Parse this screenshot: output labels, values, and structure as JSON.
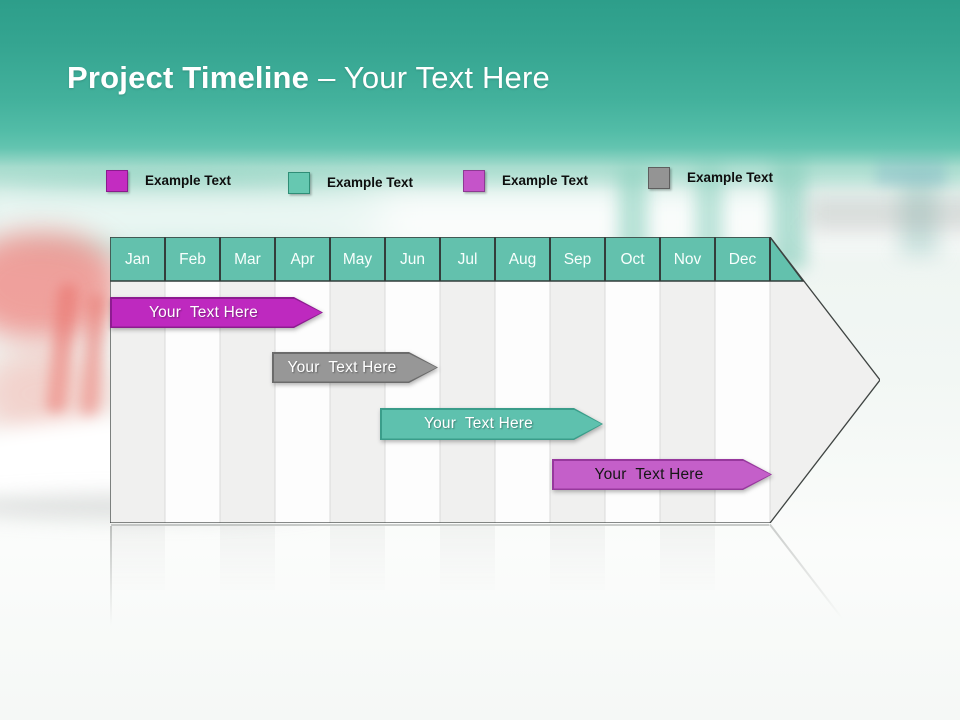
{
  "slide": {
    "title": {
      "main": "Project Timeline",
      "suffix": "– Your Text Here"
    },
    "theme": {
      "header_gradient_top": "#2d9e8a",
      "header_gradient_bottom": "#58c0ab",
      "title_color": "#ffffff"
    }
  },
  "legend": {
    "items": [
      {
        "label": "Example Text",
        "fill": "#c32cc1",
        "border": "#8a1b8d"
      },
      {
        "label": "Example Text",
        "fill": "#66c8b1",
        "border": "#2f8e77"
      },
      {
        "label": "Example Text",
        "fill": "#c554c9",
        "border": "#8d3a93"
      },
      {
        "label": "Example Text",
        "fill": "#949494",
        "border": "#5e5e5e"
      }
    ]
  },
  "timeline": {
    "months": [
      "Jan",
      "Feb",
      "Mar",
      "Apr",
      "May",
      "Jun",
      "Jul",
      "Aug",
      "Sep",
      "Oct",
      "Nov",
      "Dec"
    ],
    "header_fill": "#63c1ad",
    "stripe_colors": [
      "#f0f0ef",
      "#fdfdfd"
    ],
    "outline_color": "#3f4442",
    "bars": [
      {
        "label": "Your  Text Here",
        "fill": "#be29bf",
        "border": "#8d1b90",
        "text_color": "#ffffff",
        "row": 1,
        "span_months": "Jan–Mar"
      },
      {
        "label": "Your  Text Here",
        "fill": "#979797",
        "border": "#6b6b6b",
        "text_color": "#ffffff",
        "row": 2,
        "span_months": "Apr–May"
      },
      {
        "label": "Your  Text Here",
        "fill": "#5ec1ae",
        "border": "#3a9d8a",
        "text_color": "#ffffff",
        "row": 3,
        "span_months": "Jun–Aug"
      },
      {
        "label": "Your  Text Here",
        "fill": "#c45fc9",
        "border": "#97389d",
        "text_color": "#161616",
        "row": 4,
        "span_months": "Sep–Dec"
      }
    ]
  }
}
